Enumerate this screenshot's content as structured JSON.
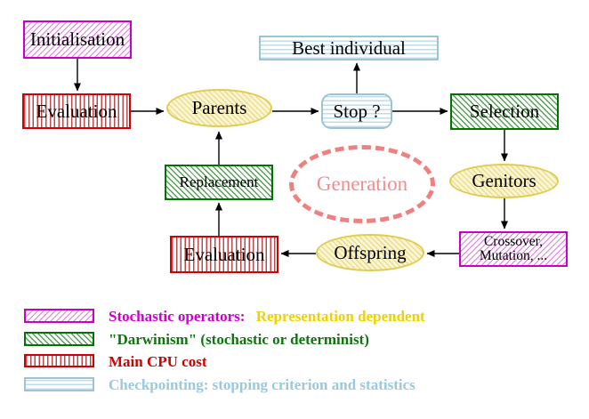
{
  "diagram": {
    "nodes": {
      "initialisation": {
        "label": "Initialisation"
      },
      "evaluation_top": {
        "label": "Evaluation"
      },
      "parents": {
        "label": "Parents"
      },
      "best_individual": {
        "label": "Best individual"
      },
      "stop": {
        "label": "Stop ?"
      },
      "selection": {
        "label": "Selection"
      },
      "genitors": {
        "label": "Genitors"
      },
      "replacement": {
        "label": "Replacement"
      },
      "generation": {
        "label": "Generation"
      },
      "offspring": {
        "label": "Offspring"
      },
      "evaluation_bottom": {
        "label": "Evaluation"
      },
      "crossover": {
        "line1": "Crossover,",
        "line2": "Mutation, ..."
      }
    },
    "colors": {
      "magenta_border": "#c800c8",
      "red_border": "#ce0202",
      "green_border": "#007400",
      "cyan_border": "#9bc4d6",
      "yellow_border": "#e0cc55",
      "salmon_dash": "#f08080",
      "arrow": "#000000"
    }
  },
  "legend": {
    "items": [
      {
        "name": "stochastic-operators",
        "swatch": "magenta-diagonal-hatch",
        "text": "Stochastic operators:",
        "text2": "Representation dependent",
        "text_color": "#cc00cc",
        "text2_color": "#efd002"
      },
      {
        "name": "darwinism",
        "swatch": "green-diagonal-hatch",
        "text": "\"Darwinism\" (stochastic or determinist)",
        "text_color": "#107410"
      },
      {
        "name": "main-cpu-cost",
        "swatch": "red-vertical-stripes",
        "text": "Main CPU cost",
        "text_color": "#ce0202"
      },
      {
        "name": "checkpointing",
        "swatch": "cyan-horizontal-stripes",
        "text": "Checkpointing: stopping criterion and statistics",
        "text_color": "#9cc8dc"
      }
    ]
  }
}
